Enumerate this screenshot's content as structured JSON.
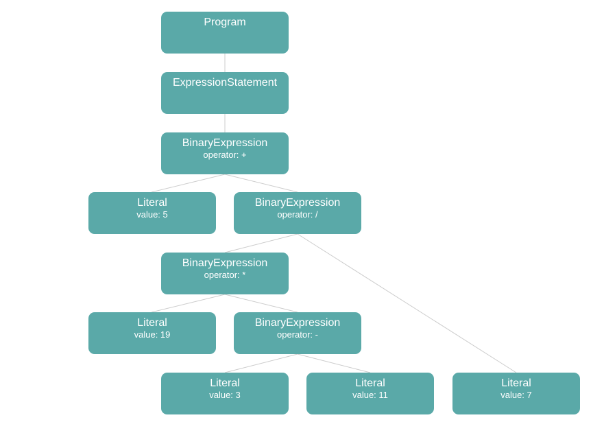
{
  "colors": {
    "node_fill": "#5aa9a8",
    "edge": "#cccccc",
    "text": "#ffffff",
    "background": "#ffffff"
  },
  "nodes": {
    "program": {
      "type": "Program",
      "detail": ""
    },
    "exprstmt": {
      "type": "ExpressionStatement",
      "detail": ""
    },
    "binplus": {
      "type": "BinaryExpression",
      "detail": "operator: +"
    },
    "lit5": {
      "type": "Literal",
      "detail": "value: 5"
    },
    "bindiv": {
      "type": "BinaryExpression",
      "detail": "operator: /"
    },
    "binmul": {
      "type": "BinaryExpression",
      "detail": "operator: *"
    },
    "lit19": {
      "type": "Literal",
      "detail": "value: 19"
    },
    "binminus": {
      "type": "BinaryExpression",
      "detail": "operator: -"
    },
    "lit3": {
      "type": "Literal",
      "detail": "value: 3"
    },
    "lit11": {
      "type": "Literal",
      "detail": "value: 11"
    },
    "lit7": {
      "type": "Literal",
      "detail": "value: 7"
    }
  },
  "edges": [
    [
      "program",
      "exprstmt"
    ],
    [
      "exprstmt",
      "binplus"
    ],
    [
      "binplus",
      "lit5"
    ],
    [
      "binplus",
      "bindiv"
    ],
    [
      "bindiv",
      "binmul"
    ],
    [
      "bindiv",
      "lit7"
    ],
    [
      "binmul",
      "lit19"
    ],
    [
      "binmul",
      "binminus"
    ],
    [
      "binminus",
      "lit3"
    ],
    [
      "binminus",
      "lit11"
    ]
  ]
}
